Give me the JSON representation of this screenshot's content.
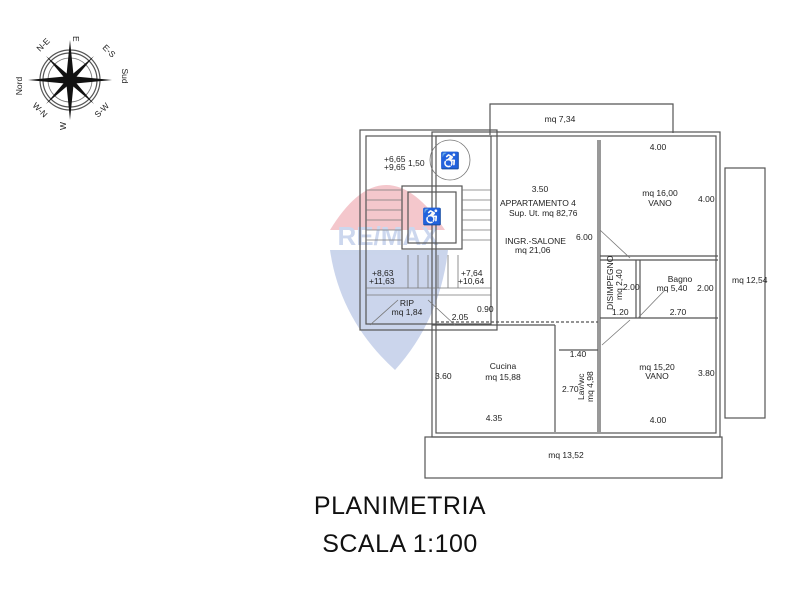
{
  "compass": {
    "north": "Nord",
    "south": "Sud",
    "east": "E",
    "west": "W",
    "ne": "N-E",
    "es": "E-S",
    "sw": "S-W",
    "wn": "W-N"
  },
  "watermark": "RE/MAX",
  "stair": {
    "level_a": "+6,65",
    "level_b": "+9,65",
    "width": "1,50",
    "level_c": "+8,63",
    "level_d": "+11,63",
    "level_e": "+7,64",
    "level_f": "+10,64"
  },
  "rooms": {
    "balcony_top": "mq 7,34",
    "apartment": "APPARTAMENTO 4",
    "surface": "Sup. Ut. mq 82,76",
    "salone": "INGR.-SALONE",
    "salone_area": "mq 21,06",
    "salone_w": "3.50",
    "salone_h": "6.00",
    "vano1_area": "mq 16,00",
    "vano1_name": "VANO",
    "vano1_w": "4.00",
    "vano1_h": "4.00",
    "disimpegno": "DISIMPEGNO",
    "disimpegno_area": "mq 2,40",
    "dis_w": "2.00",
    "dis_b": "1.20",
    "bagno": "Bagno",
    "bagno_area": "mq 5,40",
    "bagno_h": "2.00",
    "bagno_w": "2.70",
    "balcony_right": "mq 12,54",
    "rip": "RIP",
    "rip_area": "mq 1,84",
    "rip_w": "2.05",
    "rip_d": "0.90",
    "cucina": "Cucina",
    "cucina_area": "mq 15,88",
    "cucina_h": "3.60",
    "cucina_w": "4.35",
    "lav": "Lav/wc",
    "lav_area": "mq 4,98",
    "lav_w": "1.40",
    "lav_h": "2.70",
    "vano2_area": "mq 15,20",
    "vano2_name": "VANO",
    "vano2_h": "3.80",
    "vano2_w": "4.00",
    "balcony_bottom": "mq 13,52"
  },
  "title": "PLANIMETRIA",
  "scale": "SCALA 1:100",
  "colors": {
    "watermark_red": "#e8a0a8",
    "watermark_blue": "#a8b8d8"
  }
}
